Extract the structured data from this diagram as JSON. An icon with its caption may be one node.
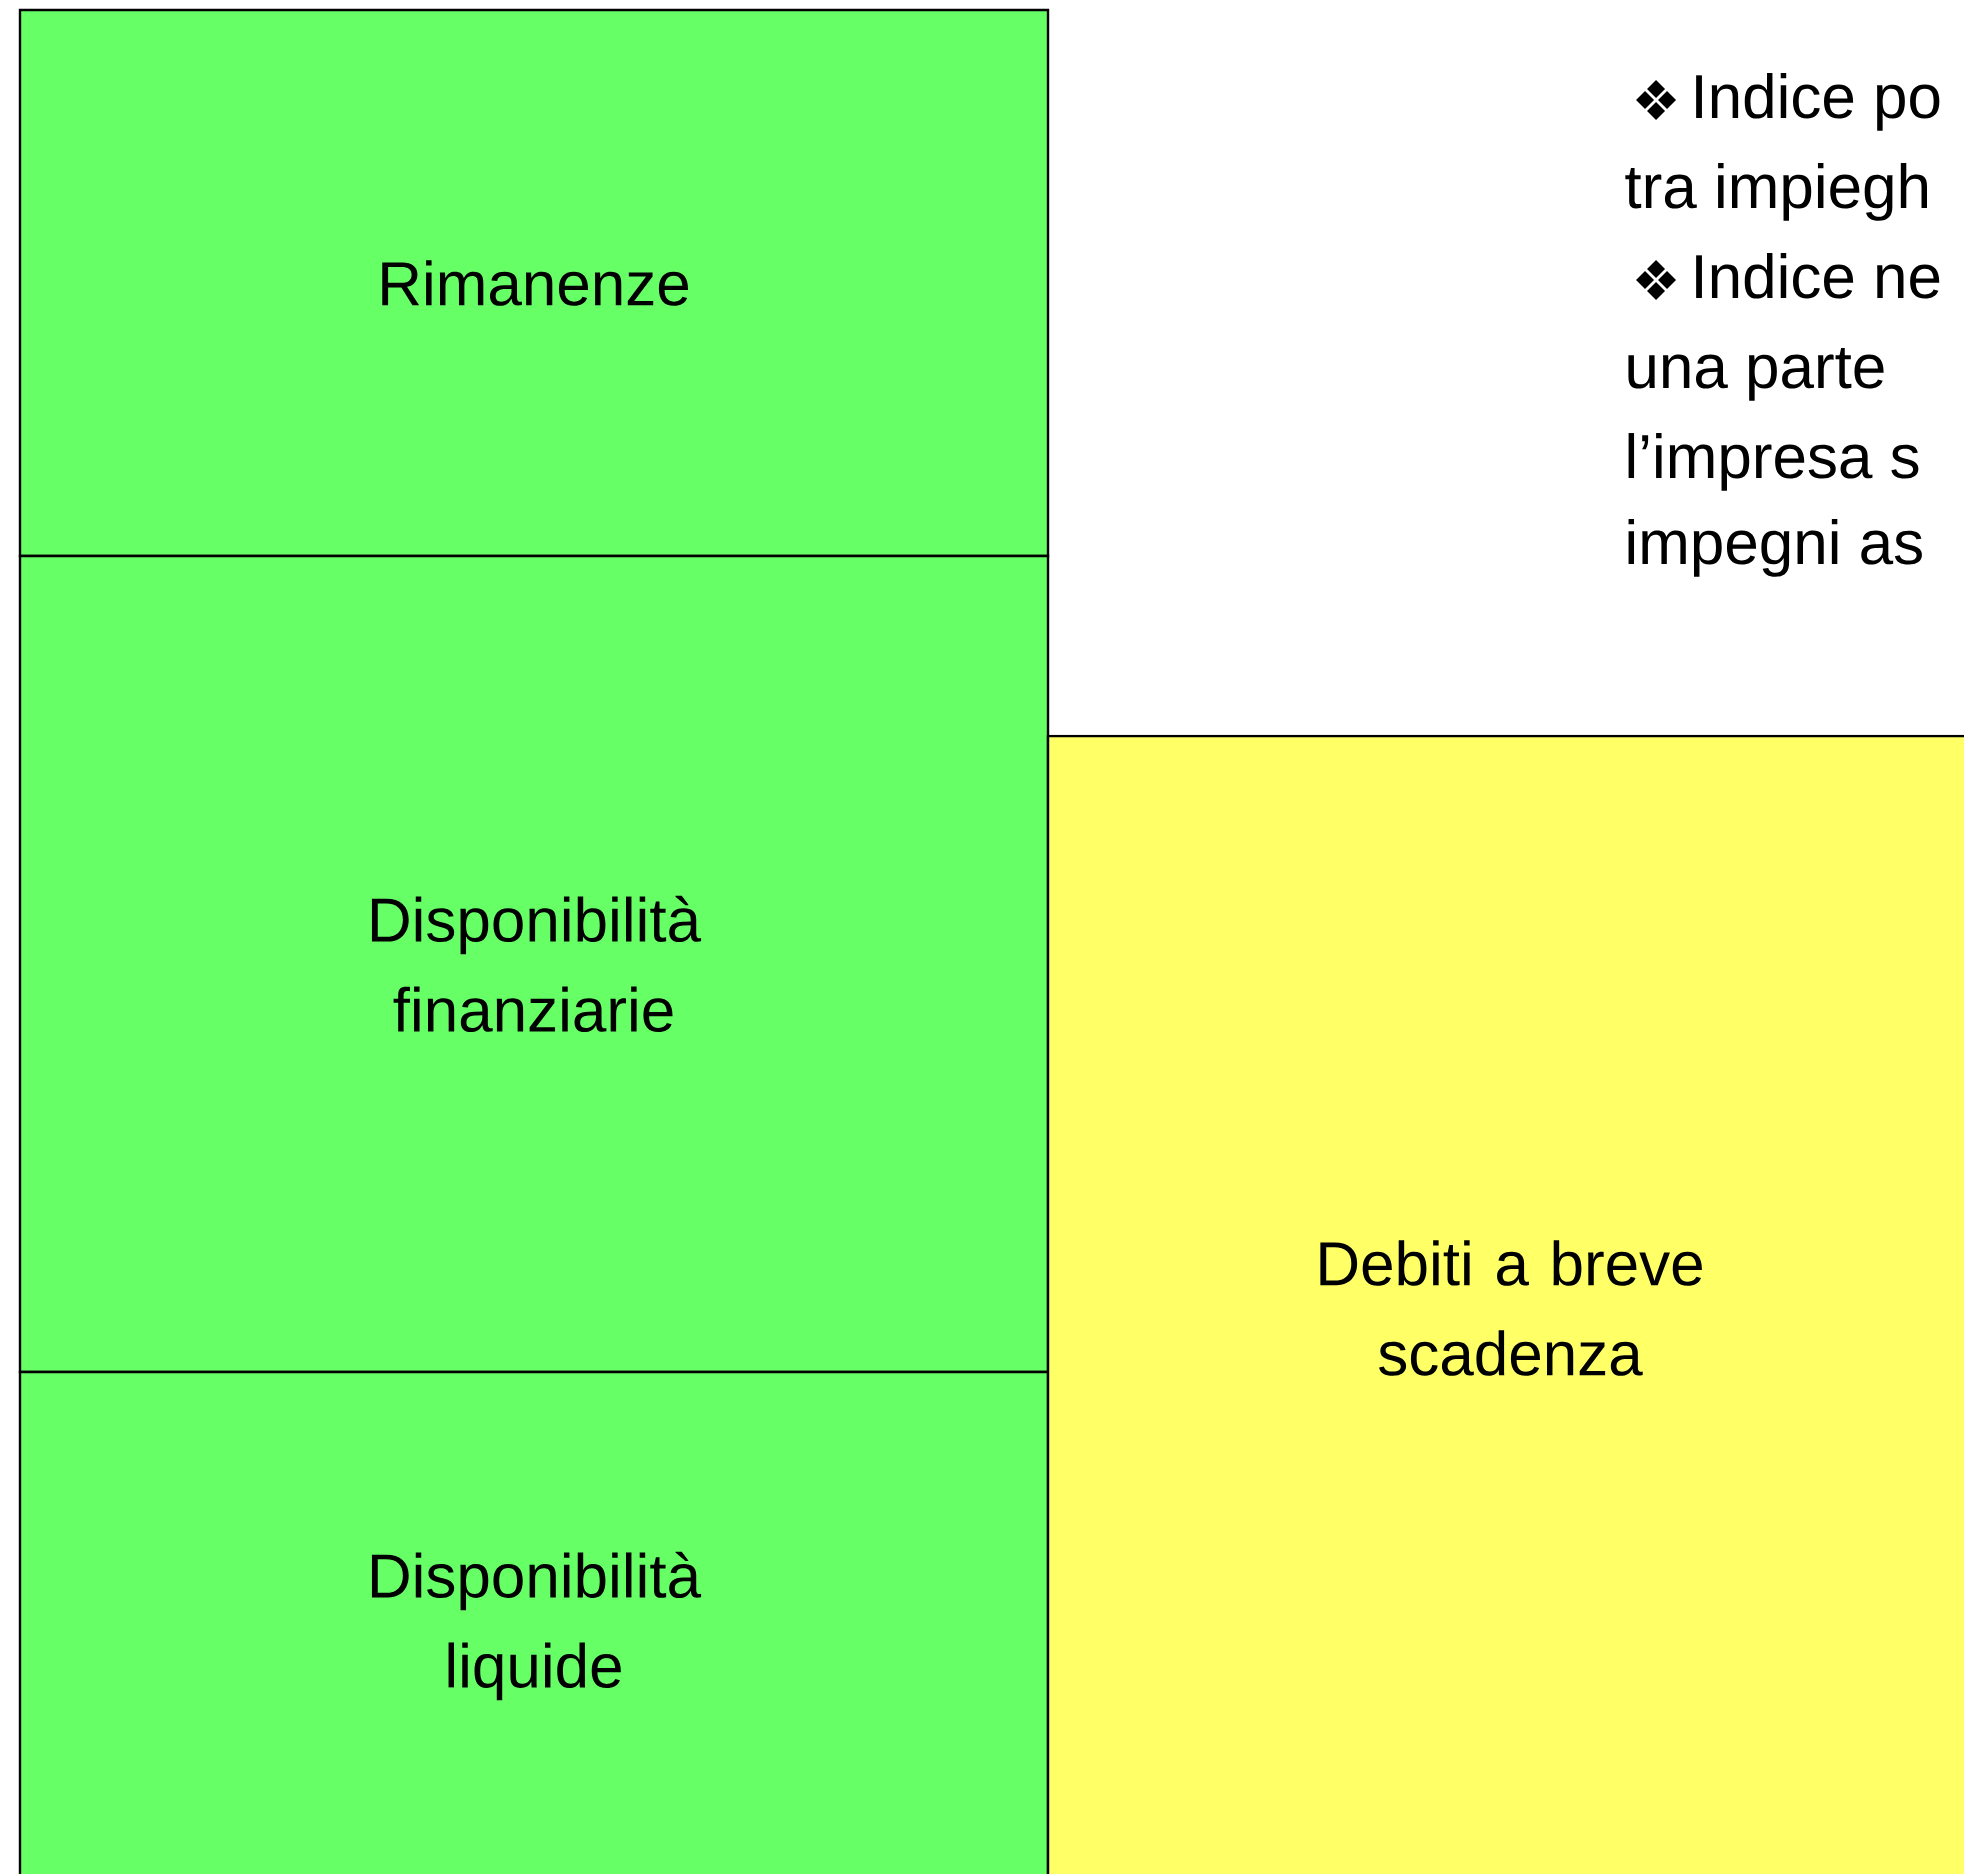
{
  "diagram": {
    "nodes": [
      {
        "text": [
          "Rimanenze"
        ]
      },
      {
        "text": [
          "Disponibilità finanziarie"
        ]
      },
      {
        "text": [
          "Disponibilità liquide"
        ]
      },
      {
        "text": [
          "Debiti a breve scadenza"
        ]
      }
    ],
    "labels": [
      "Indice po",
      "tra impiegh",
      "Indice ne",
      "una parte",
      "l’impresa s",
      "impegni as"
    ]
  }
}
